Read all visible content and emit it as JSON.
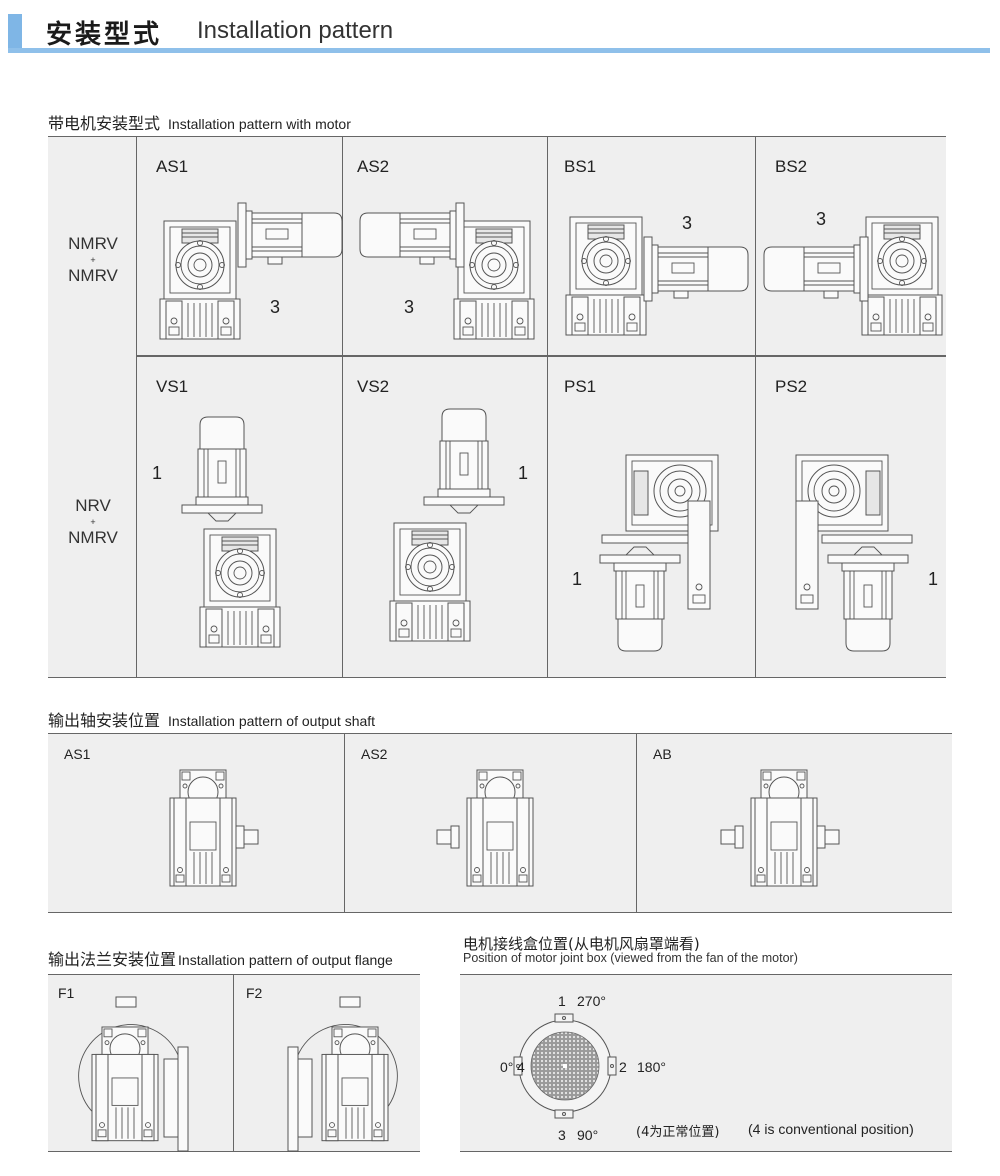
{
  "header": {
    "title_cn": "安装型式",
    "title_en": "Installation pattern",
    "accent_color": "#7fb6e6"
  },
  "motor_section": {
    "title_cn": "带电机安装型式",
    "title_en": "Installation pattern with motor",
    "rows": [
      {
        "label_top": "NMRV",
        "label_plus": "+",
        "label_bottom": "NMRV",
        "cells": [
          {
            "code": "AS1",
            "marker": "3"
          },
          {
            "code": "AS2",
            "marker": "3"
          },
          {
            "code": "BS1",
            "marker": "3"
          },
          {
            "code": "BS2",
            "marker": "3"
          }
        ]
      },
      {
        "label_top": "NRV",
        "label_plus": "+",
        "label_bottom": "NMRV",
        "cells": [
          {
            "code": "VS1",
            "marker": "1"
          },
          {
            "code": "VS2",
            "marker": "1"
          },
          {
            "code": "PS1",
            "marker": "1"
          },
          {
            "code": "PS2",
            "marker": "1"
          }
        ]
      }
    ]
  },
  "shaft_section": {
    "title_cn": "输出轴安装位置",
    "title_en": "Installation pattern of output shaft",
    "cells": [
      {
        "code": "AS1"
      },
      {
        "code": "AS2"
      },
      {
        "code": "AB"
      }
    ]
  },
  "flange_section": {
    "title_cn": "输出法兰安装位置",
    "title_en": "Installation pattern of output flange",
    "cells": [
      {
        "code": "F1"
      },
      {
        "code": "F2"
      }
    ]
  },
  "joint_box_section": {
    "title_cn": "电机接线盒位置(从电机风扇罩端看)",
    "title_en": "Position of motor joint box (viewed from the fan of the motor)",
    "positions": {
      "top": {
        "num": "1",
        "angle": "270°"
      },
      "right": {
        "num": "2",
        "angle": "180°"
      },
      "bottom": {
        "num": "3",
        "angle": "90°"
      },
      "left": {
        "num": "4",
        "angle": "0°"
      }
    },
    "note_cn": "(4为正常位置)",
    "note_en": "(4 is conventional position)"
  }
}
